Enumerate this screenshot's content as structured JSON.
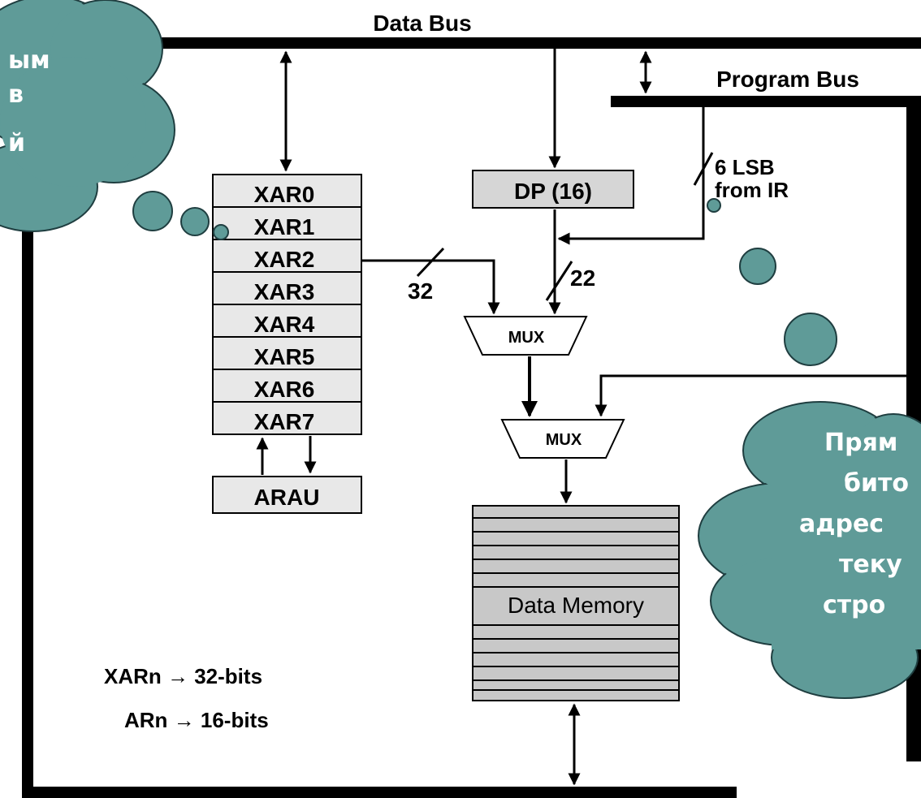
{
  "buses": {
    "data_bus": "Data Bus",
    "program_bus": "Program Bus"
  },
  "registers": [
    "XAR0",
    "XAR1",
    "XAR2",
    "XAR3",
    "XAR4",
    "XAR5",
    "XAR6",
    "XAR7"
  ],
  "blocks": {
    "arau": "ARAU",
    "dp": "DP (16)",
    "mux_upper": "MUX",
    "mux_lower": "MUX",
    "data_memory": "Data Memory"
  },
  "bus_widths": {
    "xar_to_mux": "32",
    "dp_to_mux": "22",
    "ir_line": "6 LSB",
    "ir_line_2": "from IR"
  },
  "notes": {
    "xarn": "XARn → 32-bits",
    "arn": "ARn → 16-bits"
  },
  "callouts": {
    "left": [
      "ым",
      "в",
      "й"
    ],
    "right": [
      "Прям",
      "бито",
      "адрес",
      "теку",
      "стро"
    ]
  },
  "colors": {
    "cloud_fill": "#5f9b98",
    "cloud_stroke": "#1f3e40",
    "block_fill": "#e8e8e8",
    "dp_fill": "#d6d6d6",
    "memory_fill": "#c8c8c8"
  }
}
